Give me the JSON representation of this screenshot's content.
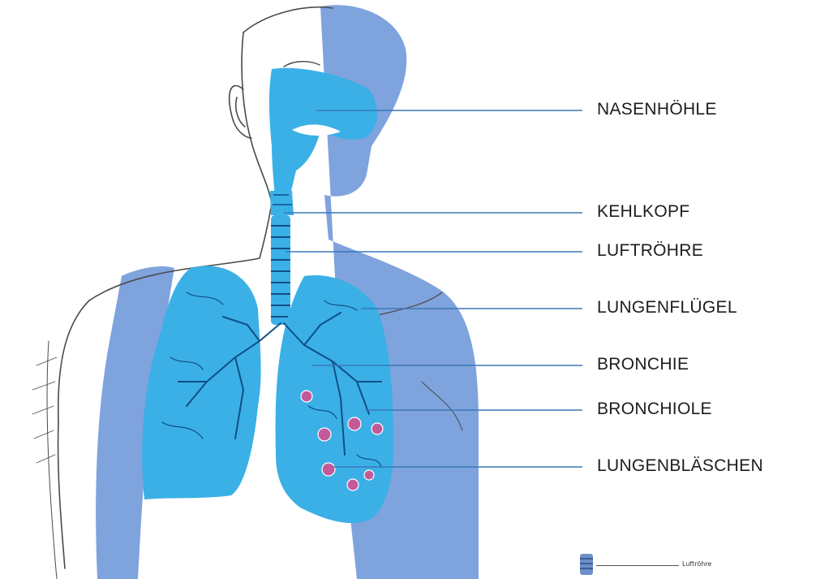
{
  "labels": [
    {
      "key": "nasenhoehle",
      "text": "NASENHÖHLE"
    },
    {
      "key": "kehlkopf",
      "text": "KEHLKOPF"
    },
    {
      "key": "luftroehre",
      "text": "LUFTRÖHRE"
    },
    {
      "key": "lungenfluegel",
      "text": "LUNGENFLÜGEL"
    },
    {
      "key": "bronchie",
      "text": "BRONCHIE"
    },
    {
      "key": "bronchiole",
      "text": "BRONCHIOLE"
    },
    {
      "key": "lungenblaeschen",
      "text": "LUNGENBLÄSCHEN"
    }
  ],
  "thumbnail": {
    "text": "Luftröhre"
  },
  "colors": {
    "airway": "#3ab0e6",
    "shadow": "#7fa3dd",
    "vessel": "#0f4f86",
    "alveoli": "#c25a9a",
    "leader": "#3a78b8",
    "sketch": "#4a4a4a"
  }
}
